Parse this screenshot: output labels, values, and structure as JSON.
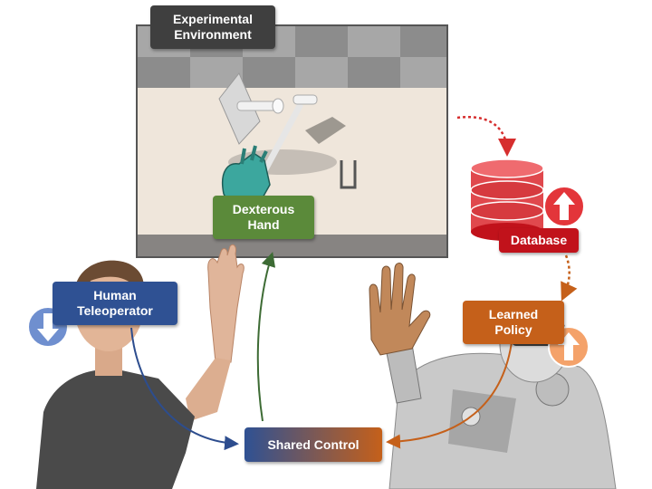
{
  "labels": {
    "experimental_environment": "Experimental\nEnvironment",
    "dexterous_hand": "Dexterous\nHand",
    "human_teleoperator": "Human\nTeleoperator",
    "database": "Database",
    "learned_policy": "Learned\nPolicy",
    "shared_control": "Shared Control"
  },
  "colors": {
    "dark_gray": "#3f3f3f",
    "green": "#5b8a3a",
    "blue": "#2f5193",
    "red": "#c1121b",
    "orange": "#c5601a",
    "arrow_red": "#d62e2e",
    "arrow_orange": "#c5601a",
    "arrow_green": "#3d6b34",
    "arrow_blue": "#2d4d8e"
  }
}
